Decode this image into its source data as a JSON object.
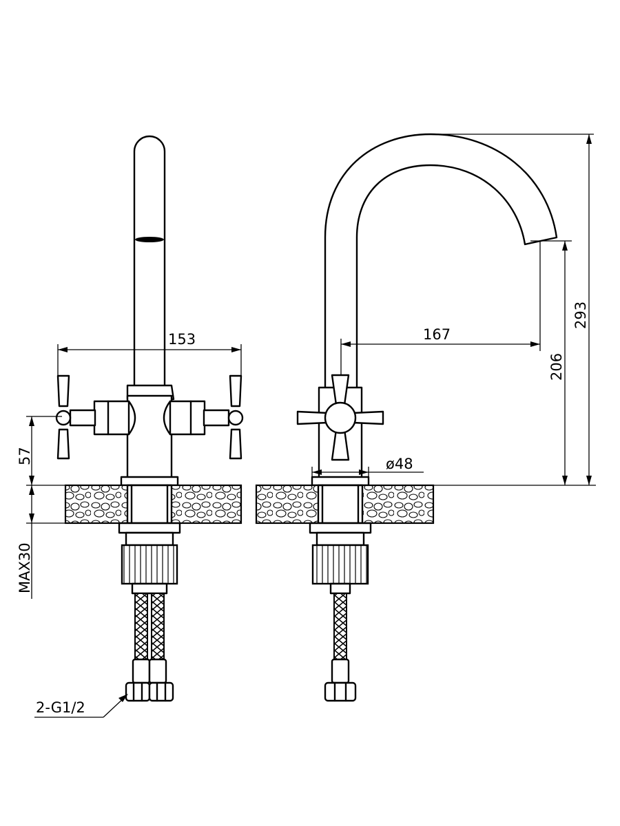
{
  "drawing": {
    "views": [
      "front-view",
      "side-view"
    ],
    "dimensions": {
      "handle_span": "153",
      "spout_reach": "167",
      "spout_clearance": "206",
      "total_height": "293",
      "body_height": "57",
      "deck_thickness": "MAX30",
      "base_diameter": "ø48",
      "inlet_thread": "2-G1/2"
    },
    "colors": {
      "line": "#000000",
      "background": "#ffffff"
    }
  }
}
